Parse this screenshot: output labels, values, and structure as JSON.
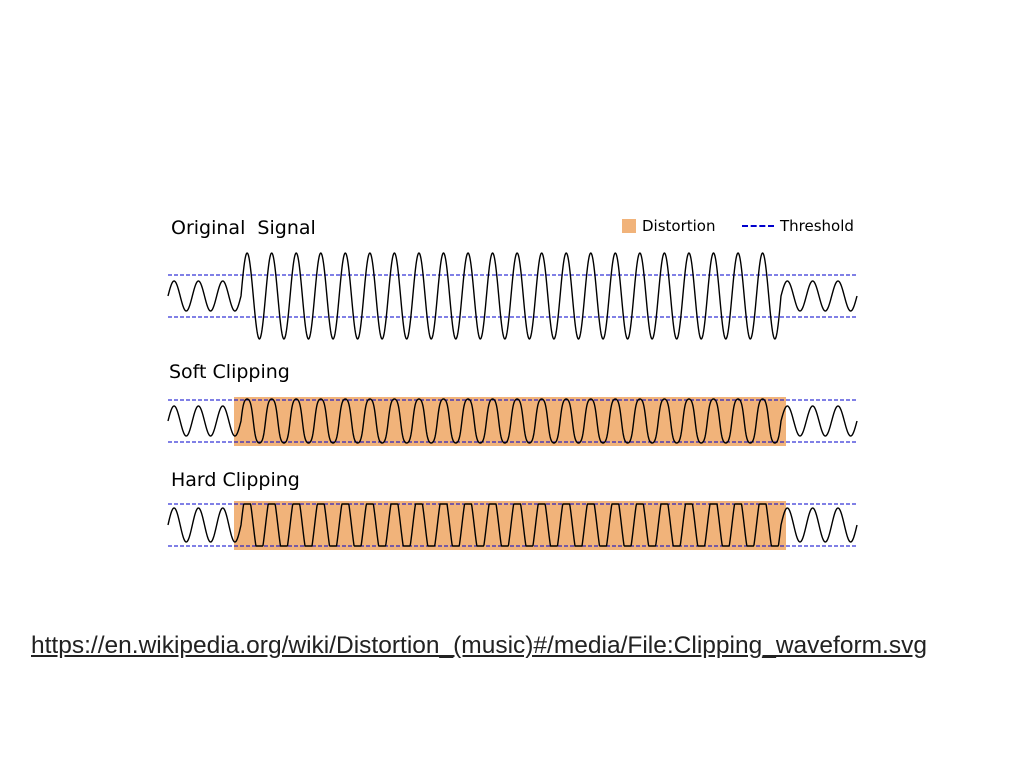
{
  "diagram": {
    "panels": [
      {
        "id": "original",
        "title": "Original  Signal",
        "clip": "none"
      },
      {
        "id": "soft",
        "title": "Soft Clipping",
        "clip": "soft"
      },
      {
        "id": "hard",
        "title": "Hard Clipping",
        "clip": "hard"
      }
    ],
    "legend": {
      "distortion": "Distortion",
      "threshold": "Threshold"
    },
    "signal": {
      "low_cycles_start": 3,
      "high_cycles": 22,
      "low_cycles_end": 3
    },
    "colors": {
      "distortion": "#f1b37a",
      "threshold": "#0000cc",
      "wave": "#000000"
    }
  },
  "source": {
    "url": "https://en.wikipedia.org/wiki/Distortion_(music)#/media/File:Clipping_waveform.svg"
  }
}
